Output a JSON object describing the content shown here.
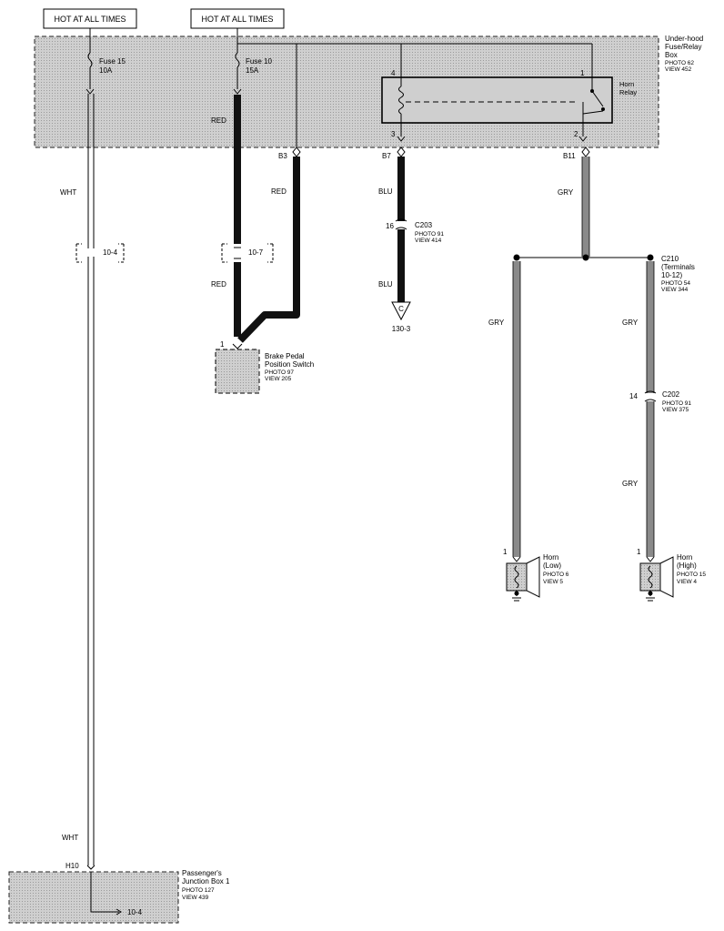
{
  "hot_labels": [
    "HOT AT ALL TIMES",
    "HOT AT ALL TIMES"
  ],
  "fuse_box": {
    "name": [
      "Under-hood",
      "Fuse/Relay",
      "Box"
    ],
    "photo": "PHOTO 62",
    "view": "VIEW 452"
  },
  "fuse15": {
    "name": "Fuse 15",
    "rating": "10A"
  },
  "fuse10": {
    "name": "Fuse 10",
    "rating": "15A"
  },
  "horn_relay": {
    "name": [
      "Horn",
      "Relay"
    ],
    "pins": {
      "p4": "4",
      "p1": "1",
      "p3": "3",
      "p2": "2"
    }
  },
  "terminals": {
    "b3": "B3",
    "b7": "B7",
    "b11": "B11",
    "h10": "H10"
  },
  "wires": {
    "wht": "WHT",
    "red": "RED",
    "blu": "BLU",
    "gry": "GRY"
  },
  "ref_10_4": "10-4",
  "ref_10_7": "10-7",
  "c203": {
    "pin": "16",
    "name": "C203",
    "photo": "PHOTO 91",
    "view": "VIEW 414"
  },
  "offpage": {
    "letter": "C",
    "ref": "130-3"
  },
  "brake_switch": {
    "pin": "1",
    "name": [
      "Brake Pedal",
      "Position Switch"
    ],
    "photo": "PHOTO 97",
    "view": "VIEW 205"
  },
  "c210": {
    "name": "C210",
    "terminals": [
      "(Terminals",
      "10-12)"
    ],
    "photo": "PHOTO 54",
    "view": "VIEW 344"
  },
  "c202": {
    "pin": "14",
    "name": "C202",
    "photo": "PHOTO 91",
    "view": "VIEW 375"
  },
  "horn_low": {
    "pin": "1",
    "name": [
      "Horn",
      "(Low)"
    ],
    "photo": "PHOTO 6",
    "view": "VIEW 5"
  },
  "horn_high": {
    "pin": "1",
    "name": [
      "Horn",
      "(High)"
    ],
    "photo": "PHOTO 15",
    "view": "VIEW 4"
  },
  "junction_box": {
    "name": [
      "Passenger's",
      "Junction Box 1"
    ],
    "photo": "PHOTO 127",
    "view": "VIEW 439",
    "ref": "10-4"
  },
  "colors": {
    "box_fill": "#c9c9c9",
    "wire_black": "#111111",
    "wire_gray": "#8a8a8a",
    "line": "#000000"
  }
}
